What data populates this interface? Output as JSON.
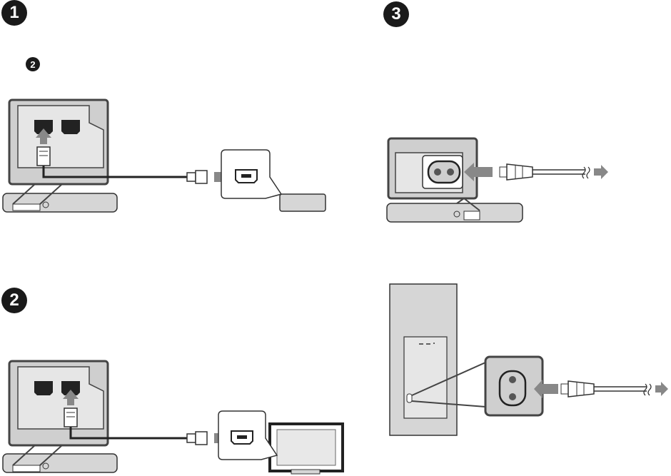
{
  "steps": {
    "step1": "1",
    "step1_ref": "2",
    "step2": "2",
    "step3": "3"
  },
  "icons": [
    "hdmi-port-icon",
    "hdmi-cable-plug-icon",
    "arrow-right-icon",
    "arrow-up-icon",
    "power-cord-icon",
    "ac-inlet-icon",
    "tv-icon",
    "source-device-icon"
  ],
  "colors": {
    "outline": "#333333",
    "panel_fill": "#cfcfcf",
    "panel_border": "#444444",
    "arrow": "#888888",
    "badge": "#1a1a1a"
  }
}
